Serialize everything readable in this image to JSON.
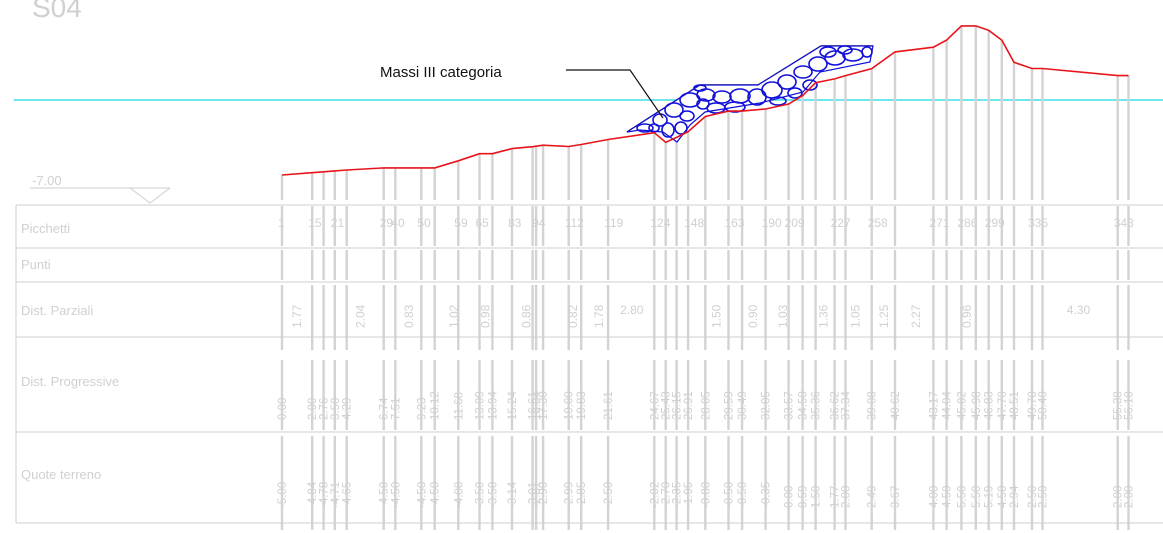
{
  "section_id": "S04",
  "datum": "-7.00",
  "callout": "Massi III categoria",
  "row_labels": [
    "Picchetti",
    "Punti",
    "Dist. Parziali",
    "Dist. Progressive",
    "Quote terreno"
  ],
  "colors": {
    "terrain": "#e8141c",
    "water": "#3fdfe6",
    "riprap": "#1010d8",
    "riprap_outline": "#111111",
    "table": "#cfcfcf",
    "tick": "#d3d3d3"
  },
  "profile": [
    {
      "x": 0.0,
      "z": -5.0
    },
    {
      "x": 2.0,
      "z": -4.84
    },
    {
      "x": 3.5,
      "z": -4.71
    },
    {
      "x": 4.29,
      "z": -4.65
    },
    {
      "x": 6.74,
      "z": -4.5
    },
    {
      "x": 9.23,
      "z": -4.5
    },
    {
      "x": 10.12,
      "z": -4.5
    },
    {
      "x": 11.68,
      "z": -4.0
    },
    {
      "x": 13.09,
      "z": -3.5
    },
    {
      "x": 13.94,
      "z": -3.5
    },
    {
      "x": 15.24,
      "z": -3.14
    },
    {
      "x": 16.61,
      "z": -3.01
    },
    {
      "x": 17.3,
      "z": -2.9
    },
    {
      "x": 19.0,
      "z": -2.99
    },
    {
      "x": 19.83,
      "z": -2.85
    },
    {
      "x": 21.61,
      "z": -2.5
    },
    {
      "x": 24.67,
      "z": -2.02
    },
    {
      "x": 25.43,
      "z": -2.7
    },
    {
      "x": 26.15,
      "z": -2.35
    },
    {
      "x": 26.91,
      "z": -1.95
    },
    {
      "x": 28.05,
      "z": -0.88
    },
    {
      "x": 29.59,
      "z": -0.5
    },
    {
      "x": 30.49,
      "z": -0.5
    },
    {
      "x": 32.05,
      "z": -0.35
    },
    {
      "x": 33.57,
      "z": 0.0
    },
    {
      "x": 34.5,
      "z": 0.59
    },
    {
      "x": 35.36,
      "z": 1.5
    },
    {
      "x": 36.62,
      "z": 1.77
    },
    {
      "x": 37.34,
      "z": 2.0
    },
    {
      "x": 39.08,
      "z": 2.49
    },
    {
      "x": 40.62,
      "z": 3.67
    },
    {
      "x": 43.17,
      "z": 4.0
    },
    {
      "x": 44.04,
      "z": 4.5
    },
    {
      "x": 45.02,
      "z": 5.5
    },
    {
      "x": 45.98,
      "z": 5.5
    },
    {
      "x": 46.83,
      "z": 5.19
    },
    {
      "x": 47.7,
      "z": 4.5
    },
    {
      "x": 48.51,
      "z": 2.94
    },
    {
      "x": 49.7,
      "z": 2.5
    },
    {
      "x": 50.4,
      "z": 2.5
    },
    {
      "x": 55.38,
      "z": 2.0
    },
    {
      "x": 56.1,
      "z": 2.0
    }
  ],
  "picchetti": [
    "1",
    "15",
    "21",
    "29",
    "40",
    "50",
    "59",
    "65",
    "83",
    "94",
    "112",
    "119",
    "124",
    "148",
    "163",
    "190",
    "209",
    "227",
    "258",
    "271",
    "286",
    "299",
    "335",
    "343"
  ],
  "dist_parziali": [
    "1.77",
    "2.04",
    "0.83",
    "1.02",
    "0.98",
    "0.86",
    "0.82",
    "1.78",
    "2.80",
    "1.50",
    "0.90",
    "1.03",
    "1.36",
    "1.05",
    "1.25",
    "2.27",
    "0.96",
    "4.30"
  ],
  "dist_progressive": [
    "0.00",
    "2.00",
    "2.76",
    "3.50",
    "4.29",
    "6.74",
    "7.51",
    "9.23",
    "10.12",
    "11.68",
    "13.09",
    "13.94",
    "15.24",
    "16.61",
    "16.84",
    "17.30",
    "19.00",
    "19.83",
    "21.61",
    "24.67",
    "25.43",
    "26.15",
    "26.91",
    "28.05",
    "29.59",
    "30.49",
    "32.05",
    "33.57",
    "34.50",
    "35.36",
    "36.62",
    "37.34",
    "39.08",
    "40.62",
    "43.17",
    "44.04",
    "45.02",
    "45.98",
    "46.83",
    "47.70",
    "48.51",
    "49.70",
    "50.40",
    "55.38",
    "56.10"
  ],
  "quote_terreno": [
    "-5.00",
    "-4.84",
    "-4.78",
    "-4.71",
    "-4.65",
    "-4.50",
    "-4.50",
    "-4.50",
    "-4.50",
    "-4.00",
    "-3.50",
    "-3.50",
    "-3.14",
    "-3.01",
    "-2.81",
    "-2.90",
    "-2.99",
    "-2.85",
    "-2.50",
    "-2.02",
    "-2.70",
    "-2.35",
    "-1.95",
    "-0.88",
    "-0.50",
    "-0.50",
    "-0.35",
    "0.00",
    "0.59",
    "1.50",
    "1.77",
    "2.00",
    "2.49",
    "3.67",
    "4.00",
    "4.50",
    "5.50",
    "5.50",
    "5.19",
    "4.50",
    "2.94",
    "2.50",
    "2.50",
    "2.00",
    "2.00"
  ]
}
